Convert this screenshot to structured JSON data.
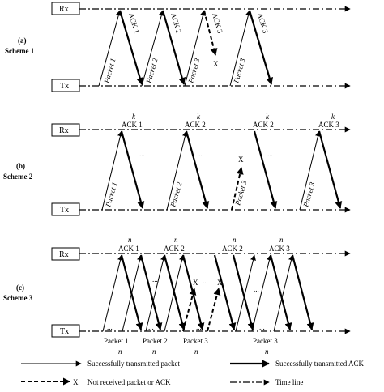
{
  "node_rx": "Rx",
  "node_tx": "Tx",
  "time_dots": "...",
  "fail_mark": "X",
  "scheme1": {
    "tag": "(a)",
    "name": "Scheme 1",
    "packets": [
      "Packet 1",
      "Packet 2",
      "Packet 3",
      "Packet 3"
    ],
    "acks": [
      "ACK 1",
      "ACK 2",
      "ACK 3",
      "ACK 3"
    ]
  },
  "scheme2": {
    "tag": "(b)",
    "name": "Scheme 2",
    "k": "k",
    "packets": [
      "Packet 1",
      "Packet 2",
      "Packet 3",
      "Packet 3"
    ],
    "acks": [
      "ACK 1",
      "ACK 2",
      "ACK 2",
      "ACK 3"
    ]
  },
  "scheme3": {
    "tag": "(c)",
    "name": "Scheme 3",
    "n": "n",
    "acks": [
      "ACK 1",
      "ACK 2",
      "ACK 2",
      "ACK 3"
    ],
    "packets": [
      "Packet 1",
      "Packet 2",
      "Packet 3",
      "Packet 3"
    ]
  },
  "legend": {
    "success_packet": "Successfully transmitted packet",
    "success_ack": "Successfully transmitted ACK",
    "failed": "Not received packet or ACK",
    "timeline": "Time line"
  }
}
